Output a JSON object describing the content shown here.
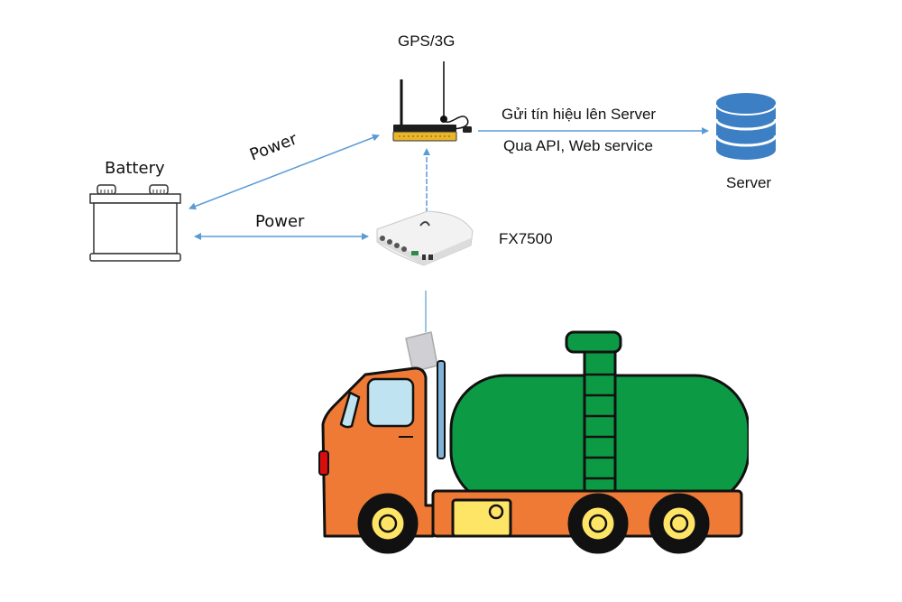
{
  "diagram": {
    "nodes": {
      "gps": {
        "label": "GPS/3G",
        "icon": "gps-3g-router-icon"
      },
      "server": {
        "label": "Server",
        "icon": "database-icon"
      },
      "battery": {
        "label": "Battery",
        "icon": "car-battery-icon"
      },
      "reader": {
        "label": "FX7500",
        "icon": "rfid-reader-icon"
      },
      "truck": {
        "label": "",
        "icon": "tanker-truck-icon"
      }
    },
    "edges": {
      "gps_to_server": {
        "line1": "Gửi tín hiệu lên Server",
        "line2": "Qua API, Web service"
      },
      "battery_gps": {
        "label": "Power"
      },
      "battery_reader": {
        "label": "Power"
      }
    },
    "colors": {
      "arrow": "#5b9bd5",
      "server": "#3d7fc4",
      "truck_cab": "#ee7a35",
      "tank": "#0d9a45",
      "wheel_hub": "#ffe566",
      "window": "#bfe3f0"
    }
  }
}
